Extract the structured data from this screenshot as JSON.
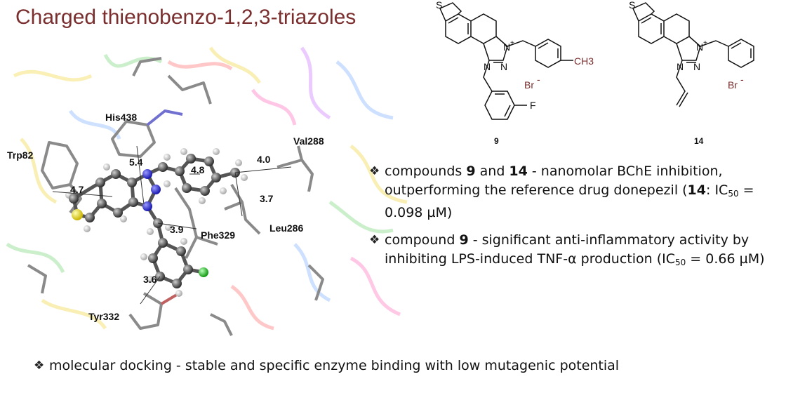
{
  "title": "Charged thienobenzo-1,2,3-triazoles",
  "docking": {
    "residues": [
      "His438",
      "Val288",
      "Trp82",
      "Leu286",
      "Phe329",
      "Tyr332"
    ],
    "distances": [
      "5.4",
      "4.8",
      "4.0",
      "4.7",
      "3.7",
      "3.9",
      "3.6"
    ]
  },
  "structures": {
    "compound_a": {
      "number": "9",
      "substituent": "CH3",
      "halogen": "F",
      "counterion": "Br",
      "charge": "+",
      "anion_charge": "-",
      "atoms": [
        "S",
        "N",
        "N",
        "N"
      ]
    },
    "compound_b": {
      "number": "14",
      "counterion": "Br",
      "charge": "+",
      "anion_charge": "-",
      "atoms": [
        "S",
        "N",
        "N",
        "N"
      ]
    }
  },
  "bullets": {
    "b1": {
      "t1": "compounds ",
      "c1": "9",
      "t2": " and ",
      "c2": "14",
      "t3": " - nanomolar BChE inhibition, outperforming the reference drug donepezil (",
      "c3": "14",
      "t4": ": IC",
      "sub": "50",
      "t5": " = 0.098 µM)"
    },
    "b2": {
      "t1": "compound ",
      "c1": "9",
      "t2": " - significant anti-inflammatory activity by inhibiting LPS-induced TNF-α production (IC",
      "sub": "50",
      "t3": " = 0.66 µM)"
    },
    "b3": {
      "text": "molecular docking - stable and specific enzyme binding with low mutagenic potential"
    }
  },
  "colors": {
    "title": "#7a2e2e",
    "carbon": "#555555",
    "nitrogen": "#2b2bd6",
    "sulfur": "#e6d21e",
    "fluorine": "#22c022",
    "hydrogen": "#e8e8e8"
  }
}
